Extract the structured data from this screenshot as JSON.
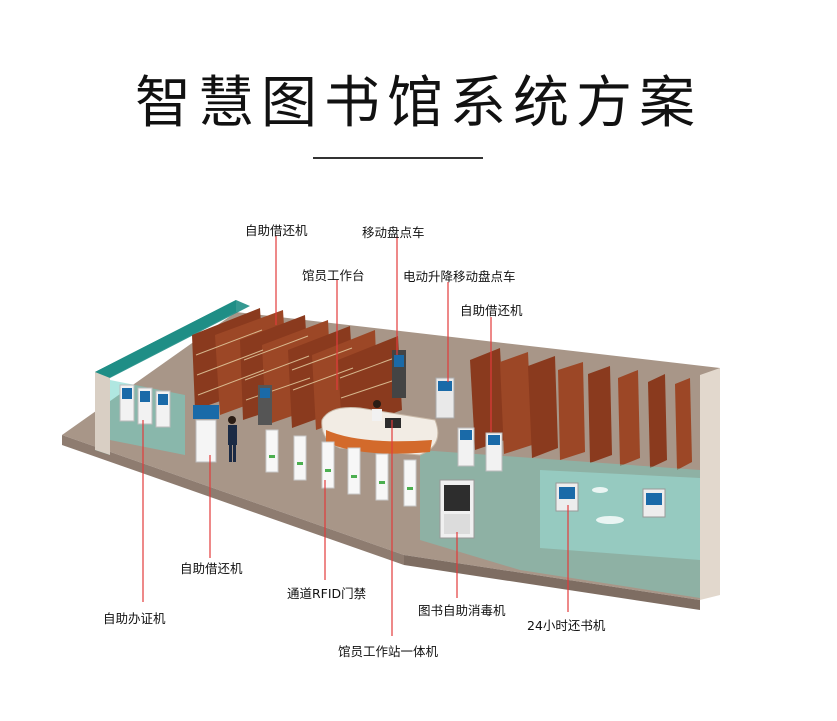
{
  "title": "智慧图书馆系统方案",
  "labels": {
    "self_service_kiosk_top": "自助借还机",
    "mobile_inventory_cart": "移动盘点车",
    "librarian_workstation": "馆员工作台",
    "electric_lift_inventory_cart": "电动升降移动盘点车",
    "self_service_kiosk_right": "自助借还机",
    "self_service_kiosk_left": "自助借还机",
    "rfid_gate": "通道RFID门禁",
    "book_sterilizer": "图书自助消毒机",
    "self_service_card_machine": "自助办证机",
    "return_24h": "24小时还书机",
    "librarian_all_in_one": "馆员工作站一体机"
  },
  "colors": {
    "leader_line": "#e23b3b",
    "glass": "#6fd3c8",
    "wall_teal": "#1f8e86",
    "floor": "#a89688",
    "shelf": "#8a3a1e",
    "kiosk_screen": "#1a6aa8"
  }
}
